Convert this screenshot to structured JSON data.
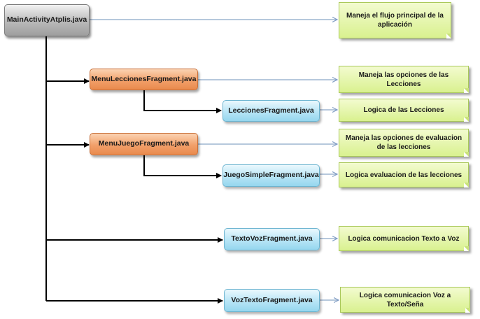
{
  "nodes": {
    "main": "MainActivityAtplis.java",
    "menu_lecciones": "MenuLeccionesFragment.java",
    "lecciones": "LeccionesFragment.java",
    "menu_juego": "MenuJuegoFragment.java",
    "juego_simple": "JuegoSimpleFragment.java",
    "texto_voz": "TextoVozFragment.java",
    "voz_texto": "VozTextoFragment.java"
  },
  "notes": {
    "main": "Maneja el flujo principal de la aplicación",
    "menu_lecciones": "Maneja las opciones de  las Lecciones",
    "lecciones": "Logica de las Lecciones",
    "menu_juego": "Maneja las opciones de evaluacion de las lecciones",
    "juego_simple": "Logica evaluacion de las lecciones",
    "texto_voz": "Logica comunicacion Texto a Voz",
    "voz_texto": "Logica comunicacion Voz a Texto/Seña"
  },
  "colors": {
    "root_node": "#b9b9b9",
    "menu_node": "#f2a06a",
    "fragment_node": "#b7e5f6",
    "note": "#d9f18f",
    "hierarchy_arrow": "#000000",
    "description_arrow": "#8aa6c8"
  }
}
